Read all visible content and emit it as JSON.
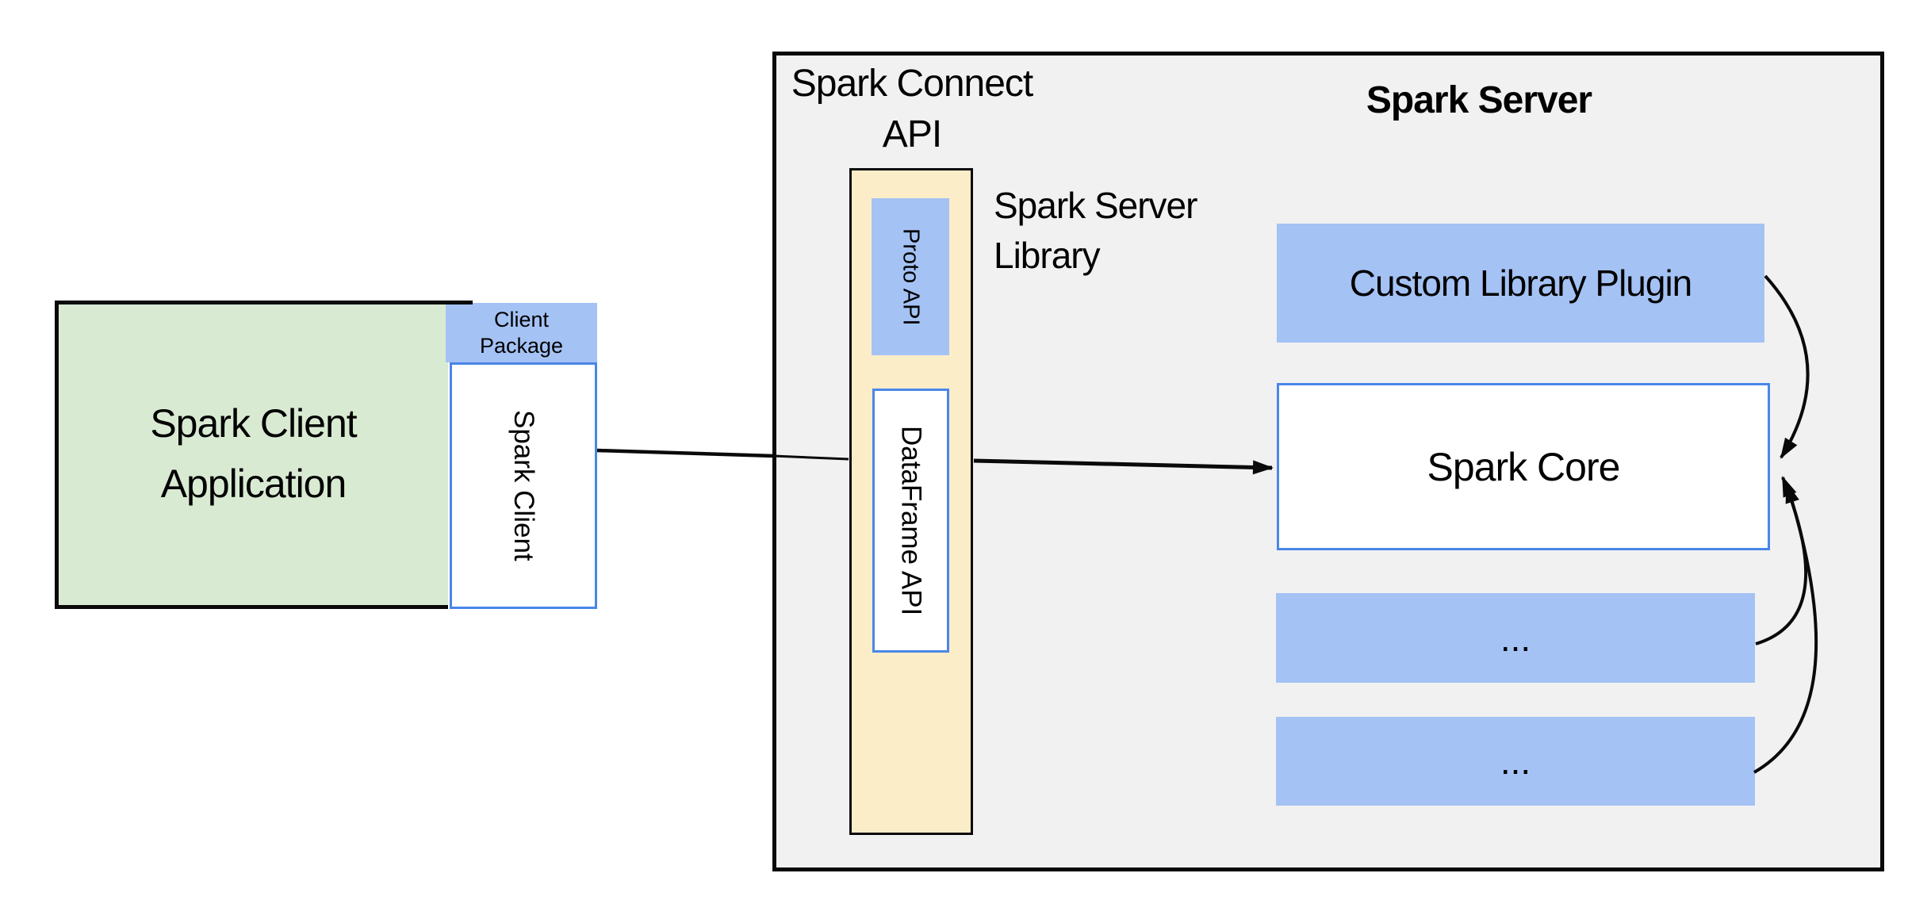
{
  "diagram": {
    "client": {
      "app_label": "Spark Client\nApplication",
      "package_label": "Client\nPackage",
      "client_label": "Spark Client"
    },
    "connect": {
      "api_label": "Spark Connect\nAPI",
      "proto_label": "Proto  API",
      "dataframe_label": "DataFrame API",
      "library_label": "Spark Server\nLibrary"
    },
    "server": {
      "title": "Spark Server",
      "plugin_label": "Custom Library Plugin",
      "core_label": "Spark Core",
      "more1_label": "...",
      "more2_label": "..."
    },
    "colors": {
      "panel_gray": "#f1f1f2",
      "yellow": "#fcedc9",
      "blue_fill": "#a4c2f4",
      "blue_border": "#4a86e8",
      "green": "#d9ead3",
      "line_black": "#0a0a0a"
    }
  }
}
